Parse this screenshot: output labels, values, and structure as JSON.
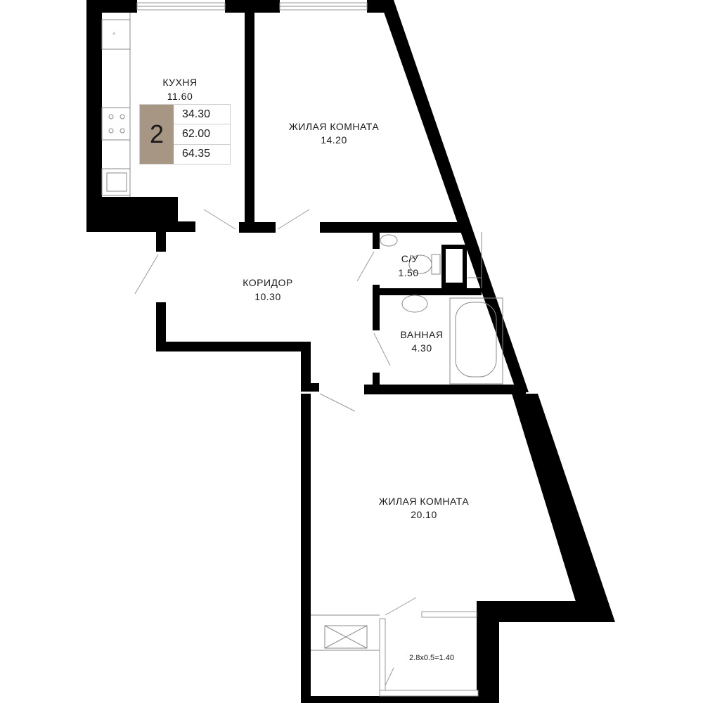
{
  "rooms": {
    "kitchen": {
      "name": "КУХНЯ",
      "area": "11.60"
    },
    "living1": {
      "name": "ЖИЛАЯ КОМНАТА",
      "area": "14.20"
    },
    "corridor": {
      "name": "КОРИДОР",
      "area": "10.30"
    },
    "wc": {
      "name": "С/У",
      "area": "1.50"
    },
    "bath": {
      "name": "ВАННАЯ",
      "area": "4.30"
    },
    "living2": {
      "name": "ЖИЛАЯ КОМНАТА",
      "area": "20.10"
    },
    "balcony": {
      "formula": "2.8x0.5=1.40"
    }
  },
  "badge": {
    "rooms": "2",
    "living_area": "34.30",
    "total_area": "62.00",
    "total_with_balcony": "64.35"
  },
  "colors": {
    "wall": "#000000",
    "badge_accent": "#a89684",
    "fixture_line": "#8a8a8a"
  }
}
